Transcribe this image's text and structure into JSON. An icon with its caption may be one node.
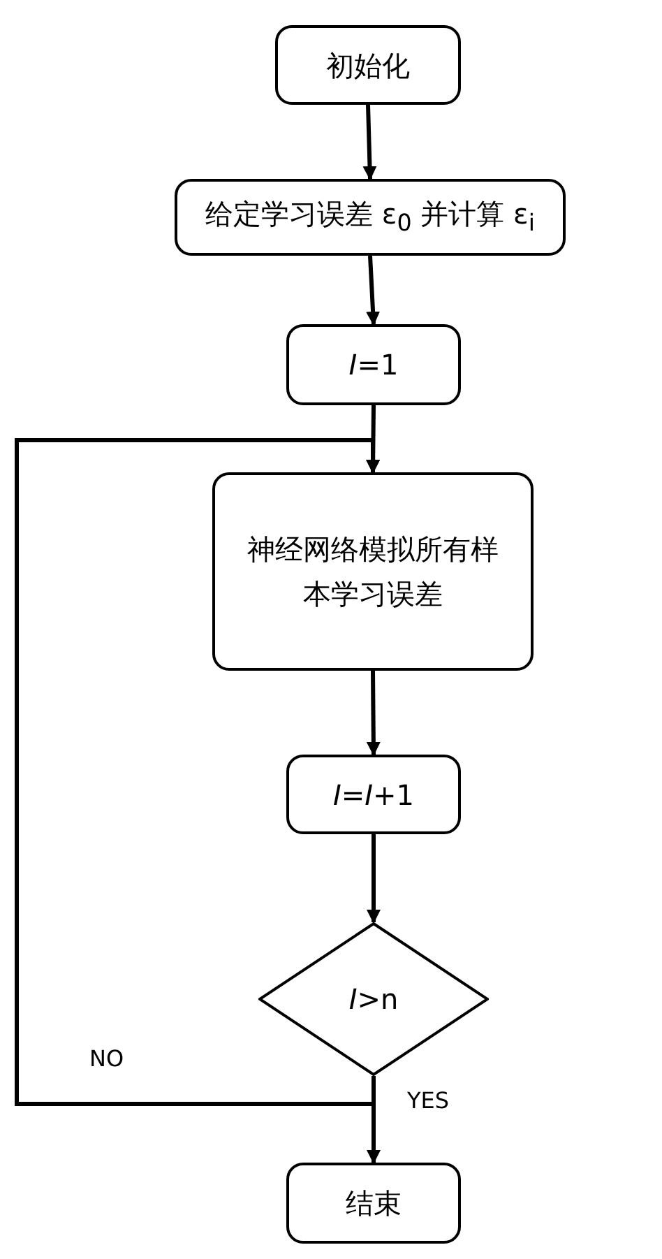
{
  "diagram": {
    "nodes": [
      {
        "text": [
          "初始化"
        ]
      },
      {
        "text": [
          "给定学习误差 ε$_{0}$ 并计算 ε$_{i}$"
        ]
      },
      {
        "text": [
          "*I*=1"
        ]
      },
      {
        "text": [
          "神经网络模拟所有样本学习误差"
        ]
      },
      {
        "text": [
          "*I*=*I*+1"
        ]
      },
      {
        "text": [
          "*I*>n"
        ]
      },
      {
        "text": [
          "结束"
        ]
      }
    ],
    "edges": [
      {
        "from": 0,
        "to": 1,
        "arrow": "to"
      },
      {
        "from": 1,
        "to": 2,
        "arrow": "to"
      },
      {
        "from": 2,
        "to": 3,
        "arrow": "to"
      },
      {
        "from": 3,
        "to": 4,
        "arrow": "to"
      },
      {
        "from": 4,
        "to": 5,
        "arrow": "to"
      },
      {
        "from": 5,
        "to": 6,
        "arrow": "to",
        "label": "YES"
      },
      {
        "from": 5,
        "to": 3,
        "arrow": "to",
        "label": "NO"
      }
    ]
  }
}
